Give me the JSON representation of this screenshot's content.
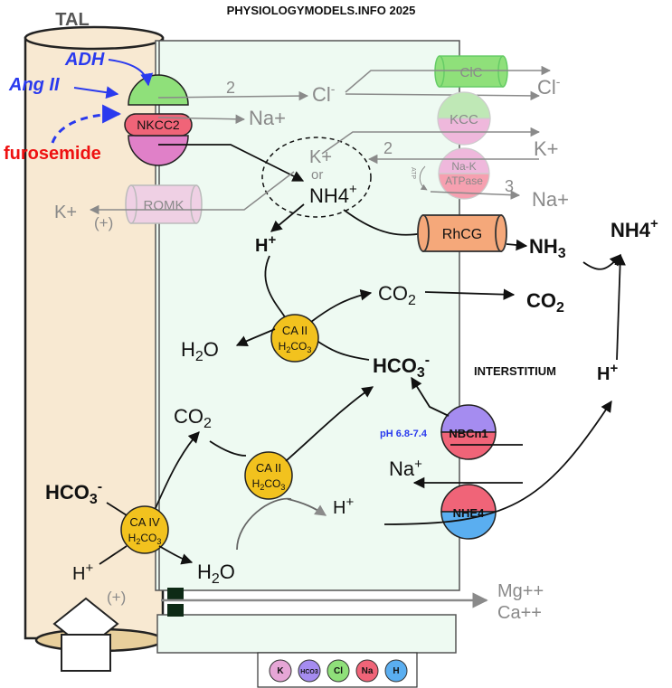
{
  "header": "PHYSIOLOGYMODELS.INFO 2025",
  "lumen_label": "TAL",
  "regulators": {
    "adh": "ADH",
    "ang2": "Ang II",
    "furosemide": "furosemide"
  },
  "transporters": {
    "nkcc2": "NKCC2",
    "romk": "ROMK",
    "clc": "ClC",
    "kcc": "KCC",
    "nak": "Na-K",
    "atpase": "ATPase",
    "atp": "ATP",
    "rhcg": "RhCG",
    "nbcn1": "NBCn1",
    "nhe4": "NHE4",
    "ca2a": "CA II",
    "ca2a_sub": "H2CO3",
    "ca2b": "CA II",
    "ca2b_sub": "H2CO3",
    "ca4": "CA IV",
    "ca4_sub": "H2CO3"
  },
  "labels": {
    "num_2_cl": "2",
    "cl_cell": "Cl",
    "cl_sup": "-",
    "na_cell": "Na+",
    "k_cell": "K+",
    "or": "or",
    "nh4_cell": "NH4",
    "nh4_cell_sup": "+",
    "k_lumen": "K+",
    "plus_k": "(+)",
    "h_cell_top": "H+",
    "co2_cell_top": "CO2",
    "co2_out": "CO2",
    "h2o_cell_top": "H2O",
    "hco3_cell": "HCO3",
    "hco3_cell_sup": "-",
    "co2_cell_mid": "CO2",
    "h_cell_mid": "H+",
    "h2o_lumen": "H2O",
    "hco3_lumen": "HCO3",
    "hco3_lumen_sup": "-",
    "h_lumen": "H+",
    "plus_mg": "(+)",
    "cl_out": "Cl",
    "cl_out_sup": "-",
    "k_out": "K+",
    "num_2_k": "2",
    "num_3_na": "3",
    "na_out": "Na+",
    "nh3_out": "NH3",
    "nh4_out": "NH4",
    "nh4_out_sup": "+",
    "interstitium": "INTERSTITIUM",
    "h_out": "H+",
    "ph": "pH 6.8-7.4",
    "na_nhe": "Na+",
    "mg": "Mg++",
    "ca": "Ca++"
  },
  "legend": [
    {
      "label": "K",
      "color": "#e6a6d6"
    },
    {
      "label": "HCO3",
      "color": "#a58cf0"
    },
    {
      "label": "Cl",
      "color": "#8fe07a"
    },
    {
      "label": "Na",
      "color": "#f06478"
    },
    {
      "label": "H",
      "color": "#5aaef0"
    }
  ],
  "colors": {
    "lumen": "#f8e9d2",
    "cell": "#eefaf2",
    "ca": "#f2c21e",
    "nkcc_green": "#8fe07a",
    "nkcc_red": "#f06478",
    "nkcc_pink": "#e080c8",
    "rhcg": "#f5a87a",
    "regulator_blue": "#2a3aee",
    "furosemide_red": "#ee1111"
  }
}
